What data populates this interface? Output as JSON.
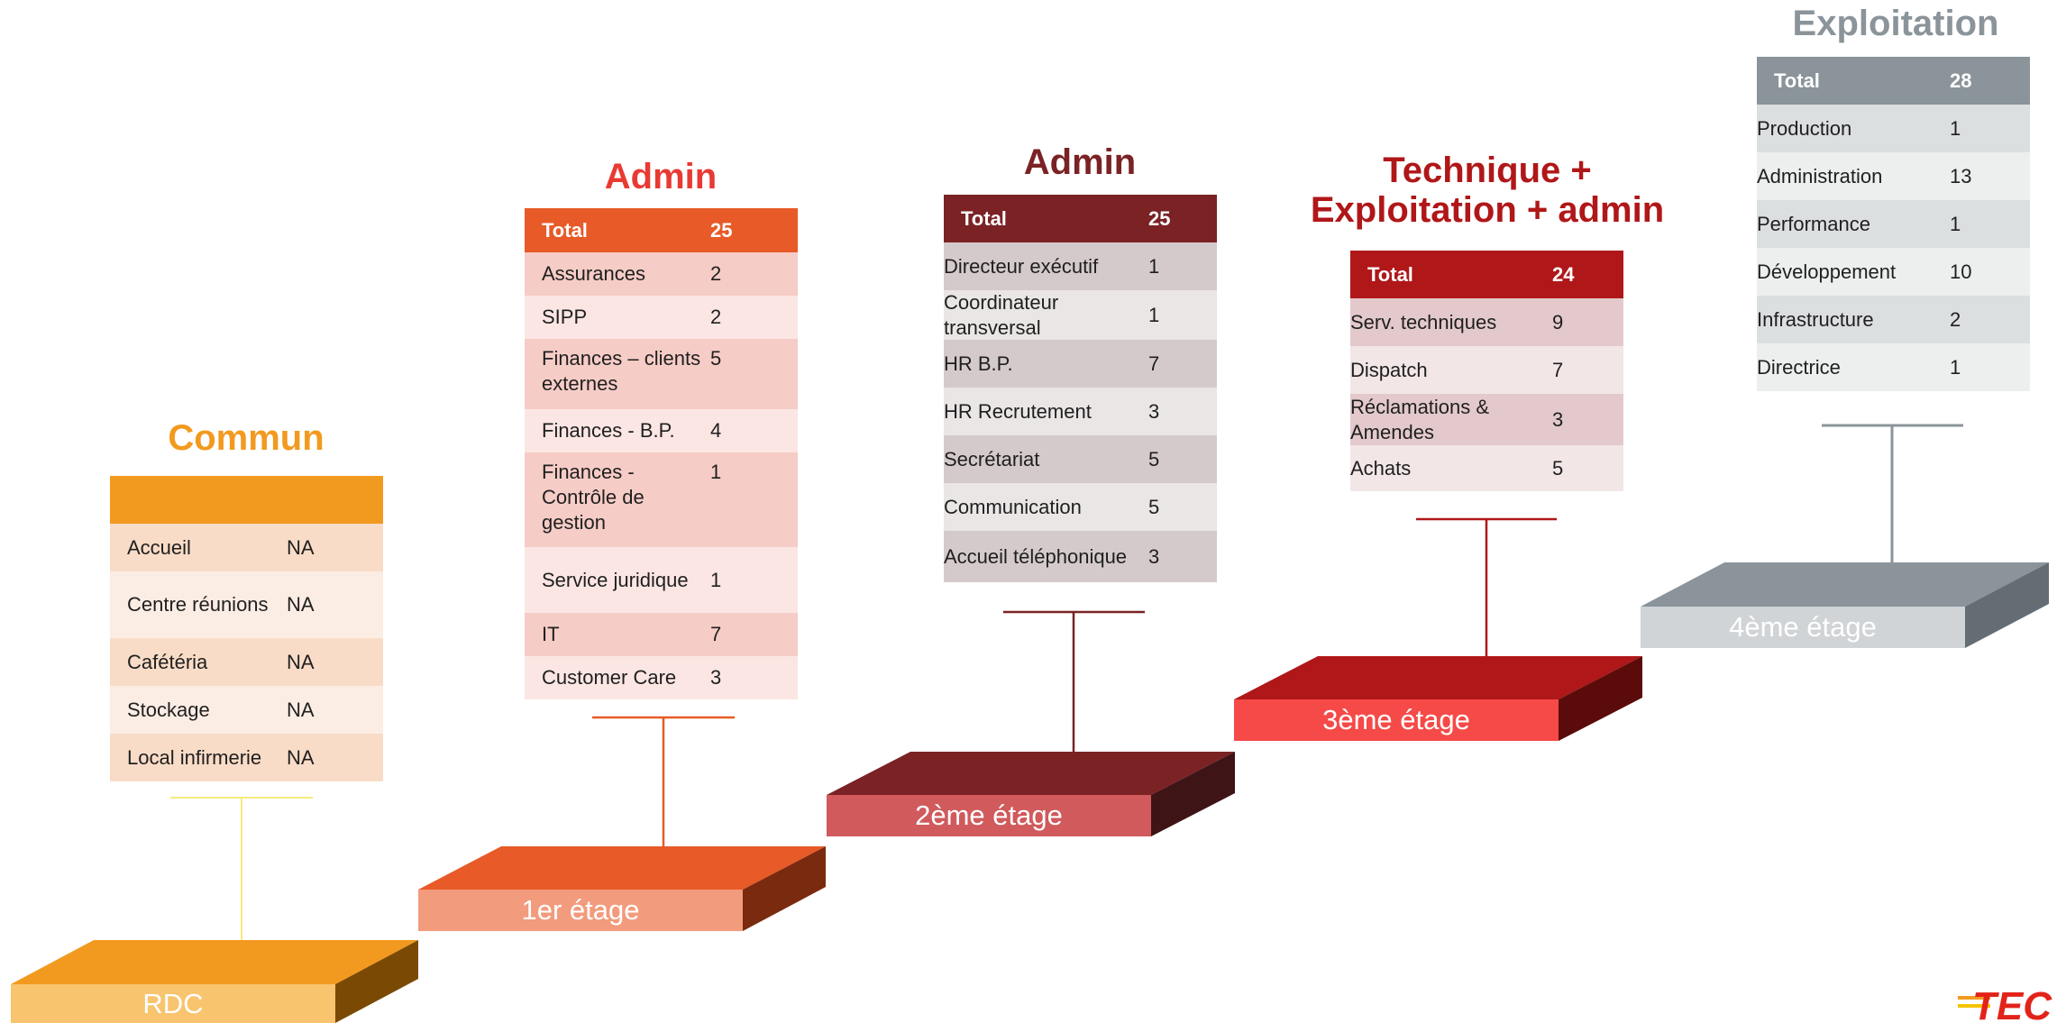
{
  "colors": {
    "commun": "#F29A1F",
    "admin1": "#E85A27",
    "admin2": "#7B2225",
    "tech3": "#B01718",
    "expl4": "#8A949A"
  },
  "floors": [
    {
      "label": "RDC"
    },
    {
      "label": "1er étage"
    },
    {
      "label": "2ème étage"
    },
    {
      "label": "3ème étage"
    },
    {
      "label": "4ème étage"
    }
  ],
  "sections": {
    "commun": {
      "title": "Commun",
      "header": {
        "name": "",
        "value": ""
      },
      "rows": [
        {
          "name": "Accueil",
          "value": "NA"
        },
        {
          "name": "Centre réunions",
          "value": "NA"
        },
        {
          "name": "Cafétéria",
          "value": "NA"
        },
        {
          "name": "Stockage",
          "value": "NA"
        },
        {
          "name": "Local infirmerie",
          "value": "NA"
        }
      ]
    },
    "admin1": {
      "title": "Admin",
      "header": {
        "name": "Total",
        "value": "25"
      },
      "rows": [
        {
          "name": "Assurances",
          "value": "2"
        },
        {
          "name": "SIPP",
          "value": "2"
        },
        {
          "name": "Finances – clients externes",
          "value": "5"
        },
        {
          "name": "Finances - B.P.",
          "value": "4"
        },
        {
          "name": "Finances - Contrôle de gestion",
          "value": "1"
        },
        {
          "name": "Service juridique",
          "value": "1"
        },
        {
          "name": "IT",
          "value": "7"
        },
        {
          "name": "Customer Care",
          "value": "3"
        }
      ]
    },
    "admin2": {
      "title": "Admin",
      "header": {
        "name": "Total",
        "value": "25"
      },
      "rows": [
        {
          "name": "Directeur exécutif",
          "value": "1"
        },
        {
          "name": "Coordinateur transversal",
          "value": "1"
        },
        {
          "name": "HR B.P.",
          "value": "7"
        },
        {
          "name": "HR Recrutement",
          "value": "3"
        },
        {
          "name": "Secrétariat",
          "value": "5"
        },
        {
          "name": "Communication",
          "value": "5"
        },
        {
          "name": "Accueil téléphonique",
          "value": "3"
        }
      ]
    },
    "tech3": {
      "title": "Technique + Exploitation + admin",
      "header": {
        "name": "Total",
        "value": "24"
      },
      "rows": [
        {
          "name": "Serv. techniques",
          "value": "9"
        },
        {
          "name": "Dispatch",
          "value": "7"
        },
        {
          "name": "Réclamations & Amendes",
          "value": "3"
        },
        {
          "name": "Achats",
          "value": "5"
        }
      ]
    },
    "expl4": {
      "title": "Exploitation",
      "header": {
        "name": "Total",
        "value": "28"
      },
      "rows": [
        {
          "name": "Production",
          "value": "1"
        },
        {
          "name": "Administration",
          "value": "13"
        },
        {
          "name": "Performance",
          "value": "1"
        },
        {
          "name": "Développement",
          "value": "10"
        },
        {
          "name": "Infrastructure",
          "value": "2"
        },
        {
          "name": "Directrice",
          "value": "1"
        }
      ]
    }
  },
  "logo": {
    "text": "TEC"
  }
}
